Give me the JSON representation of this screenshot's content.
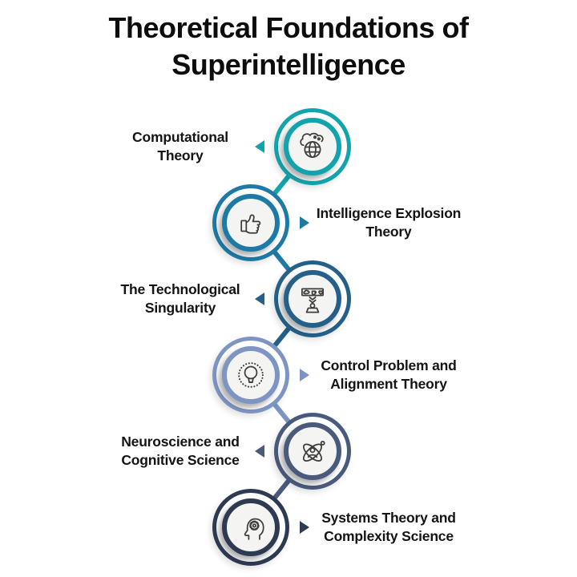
{
  "title": "Theoretical Foundations of Superintelligence",
  "nodes": [
    {
      "label": "Computational Theory",
      "icon": "globe-cloud",
      "color": "#12a4ac",
      "label_side": "left"
    },
    {
      "label": "Intelligence Explosion Theory",
      "icon": "thumbs-up",
      "color": "#1d7aa6",
      "label_side": "right"
    },
    {
      "label": "The Technological Singularity",
      "icon": "choices-board",
      "color": "#24608a",
      "label_side": "left"
    },
    {
      "label": "Control Problem and Alignment Theory",
      "icon": "lightbulb",
      "color": "#7e95c4",
      "label_side": "right"
    },
    {
      "label": "Neuroscience and Cognitive Science",
      "icon": "atom-person",
      "color": "#4a5a7c",
      "label_side": "left"
    },
    {
      "label": "Systems Theory and Complexity Science",
      "icon": "head-gear",
      "color": "#2d3a52",
      "label_side": "right"
    }
  ],
  "colors": {
    "background": "#ffffff",
    "title_text": "#0d0d0d",
    "label_text": "#141414",
    "icon_stroke": "#3d3d3d",
    "inner_disc": "#f4f4f2"
  }
}
